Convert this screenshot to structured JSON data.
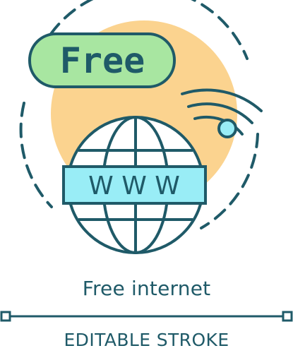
{
  "badge": {
    "label": "Free"
  },
  "banner": {
    "label": "W W W"
  },
  "caption": {
    "title": "Free internet",
    "subtitle": "EDITABLE STROKE"
  },
  "icons": {
    "globe": "globe-icon",
    "wifi": "wifi-icon",
    "badge": "free-badge",
    "banner": "www-banner"
  },
  "colors": {
    "stroke": "#1f5a68",
    "badge_fill": "#a8e6a1",
    "banner_fill": "#99edf6",
    "sun_fill": "#fbd38f",
    "wifi_dot_fill": "#99edf6",
    "background": "#ffffff"
  }
}
